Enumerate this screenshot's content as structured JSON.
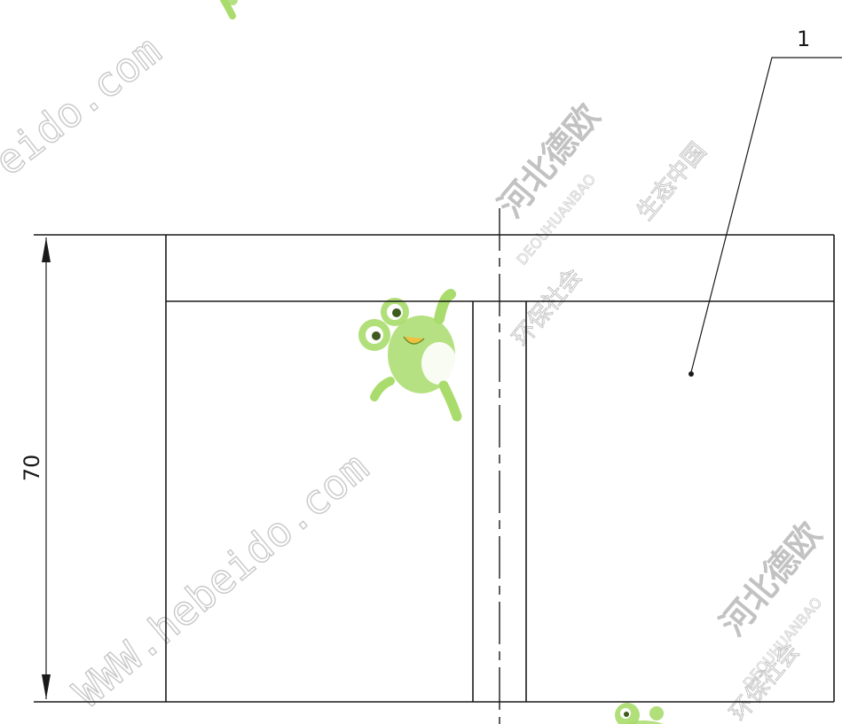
{
  "dimension": {
    "value": "70"
  },
  "balloon": {
    "label": "1"
  },
  "watermark": {
    "url": "WWW.hebeido.com",
    "url_partial": "eido.com",
    "company_cn": "河北德欧",
    "company_en": "DEOUHUANBAO",
    "slogan_left": "环保社会",
    "slogan_right": "生态中国"
  },
  "colors": {
    "line": "#1a1a1a",
    "watermark_gray": "#c4c4c4",
    "frog_green": "#9bd45a"
  }
}
